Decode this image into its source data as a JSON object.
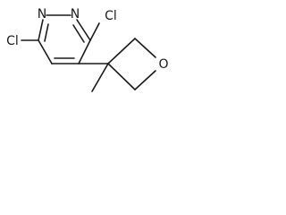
{
  "molecule": {
    "atoms": {
      "n_top": "N",
      "n_left": "N",
      "cl_right": "Cl",
      "cl_left": "Cl",
      "o_oxetane": "O"
    }
  },
  "colors": {
    "line": "#1a1a1a",
    "background": "#ffffff"
  }
}
